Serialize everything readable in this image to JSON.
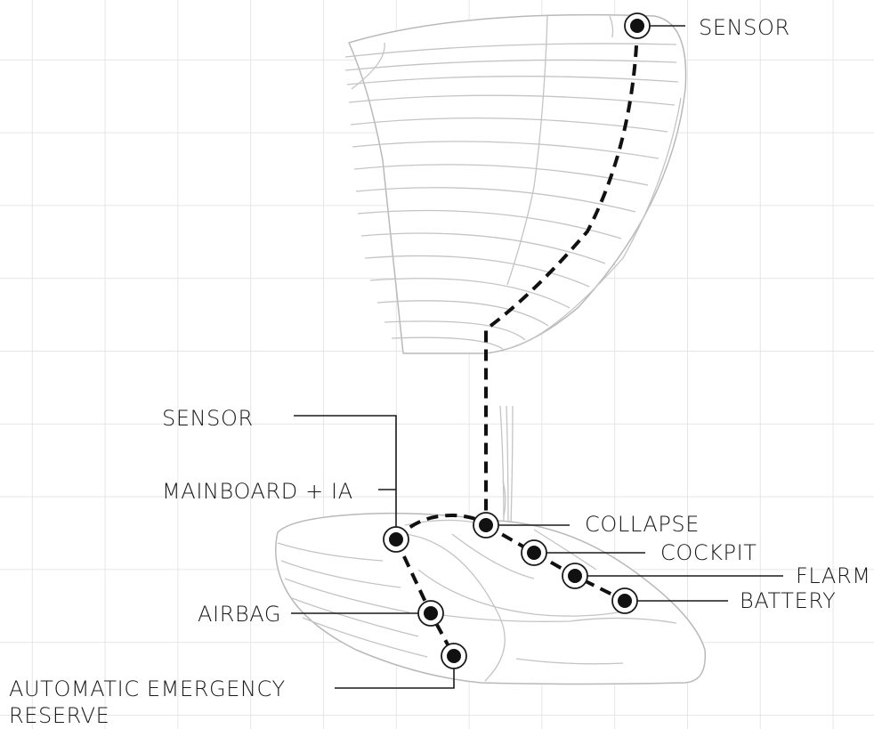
{
  "labels": {
    "sensor_top": "SENSOR",
    "sensor_left": "SENSOR",
    "mainboard": "MAINBOARD + IA",
    "collapse": "COLLAPSE",
    "cockpit": "COCKPIT",
    "flarm": "FLARM",
    "battery": "BATTERY",
    "airbag": "AIRBAG",
    "reserve_line1": "AUTOMATIC EMERGENCY",
    "reserve_line2": "RESERVE"
  },
  "colors": {
    "background": "#ffffff",
    "grid": "#e6e6e6",
    "outline": "#b9b9b9",
    "route": "#111111",
    "text": "#1a1a1a"
  }
}
